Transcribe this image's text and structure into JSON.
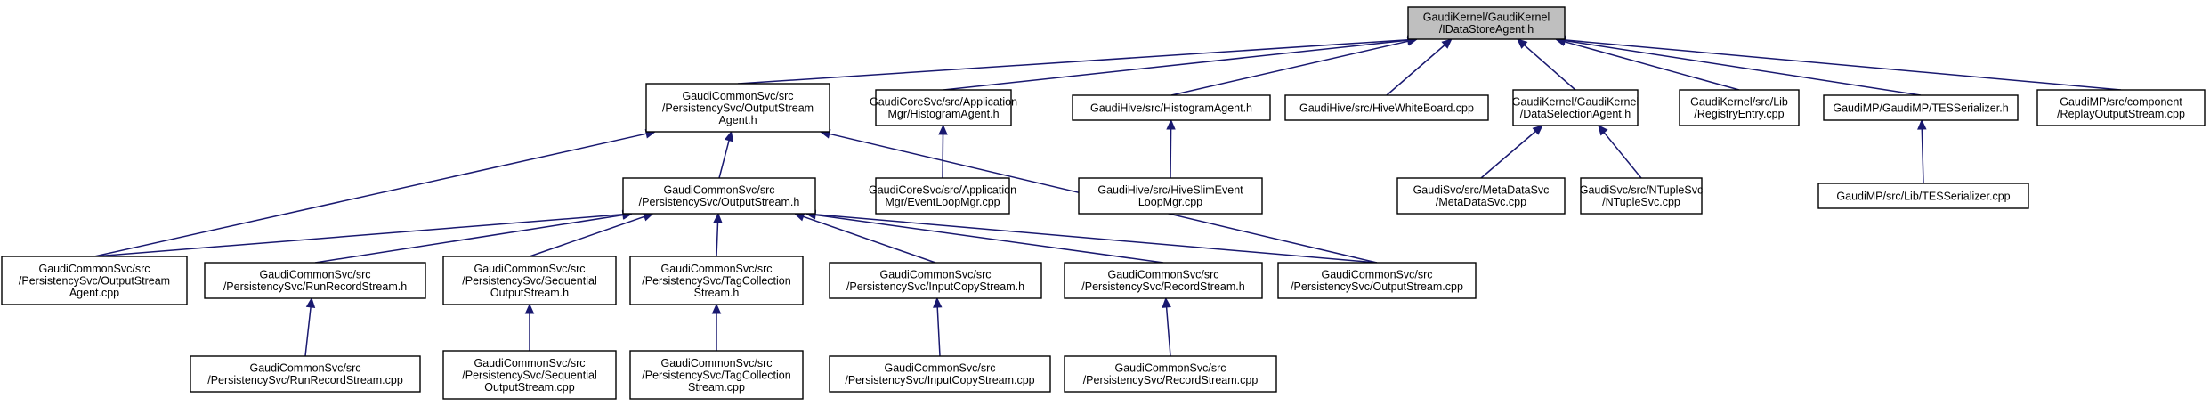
{
  "title": "",
  "colors": {
    "edge": "#191970",
    "node_fill": "#ffffff",
    "root_fill": "#bfbfbf",
    "border": "#000000"
  },
  "nodes": [
    {
      "id": "root",
      "lines": [
        "GaudiKernel/GaudiKernel",
        "/IDataStoreAgent.h"
      ]
    },
    {
      "id": "osa_h",
      "lines": [
        "GaudiCommonSvc/src",
        "/PersistencySvc/OutputStream",
        "Agent.h"
      ]
    },
    {
      "id": "hist_app",
      "lines": [
        "GaudiCoreSvc/src/Application",
        "Mgr/HistogramAgent.h"
      ]
    },
    {
      "id": "hist_hive",
      "lines": [
        "GaudiHive/src/HistogramAgent.h"
      ]
    },
    {
      "id": "whiteboard",
      "lines": [
        "GaudiHive/src/HiveWhiteBoard.cpp"
      ]
    },
    {
      "id": "dsa",
      "lines": [
        "GaudiKernel/GaudiKernel",
        "/DataSelectionAgent.h"
      ]
    },
    {
      "id": "registry",
      "lines": [
        "GaudiKernel/src/Lib",
        "/RegistryEntry.cpp"
      ]
    },
    {
      "id": "tes_h",
      "lines": [
        "GaudiMP/GaudiMP/TESSerializer.h"
      ]
    },
    {
      "id": "replay",
      "lines": [
        "GaudiMP/src/component",
        "/ReplayOutputStream.cpp"
      ]
    },
    {
      "id": "os_h",
      "lines": [
        "GaudiCommonSvc/src",
        "/PersistencySvc/OutputStream.h"
      ]
    },
    {
      "id": "elm",
      "lines": [
        "GaudiCoreSvc/src/Application",
        "Mgr/EventLoopMgr.cpp"
      ]
    },
    {
      "id": "slim",
      "lines": [
        "GaudiHive/src/HiveSlimEvent",
        "LoopMgr.cpp"
      ]
    },
    {
      "id": "mds",
      "lines": [
        "GaudiSvc/src/MetaDataSvc",
        "/MetaDataSvc.cpp"
      ]
    },
    {
      "id": "nts",
      "lines": [
        "GaudiSvc/src/NTupleSvc",
        "/NTupleSvc.cpp"
      ]
    },
    {
      "id": "tes_cpp",
      "lines": [
        "GaudiMP/src/Lib/TESSerializer.cpp"
      ]
    },
    {
      "id": "osa_cpp",
      "lines": [
        "GaudiCommonSvc/src",
        "/PersistencySvc/OutputStream",
        "Agent.cpp"
      ]
    },
    {
      "id": "rrs_h",
      "lines": [
        "GaudiCommonSvc/src",
        "/PersistencySvc/RunRecordStream.h"
      ]
    },
    {
      "id": "seq_h",
      "lines": [
        "GaudiCommonSvc/src",
        "/PersistencySvc/Sequential",
        "OutputStream.h"
      ]
    },
    {
      "id": "tag_h",
      "lines": [
        "GaudiCommonSvc/src",
        "/PersistencySvc/TagCollection",
        "Stream.h"
      ]
    },
    {
      "id": "ics_h",
      "lines": [
        "GaudiCommonSvc/src",
        "/PersistencySvc/InputCopyStream.h"
      ]
    },
    {
      "id": "rs_h",
      "lines": [
        "GaudiCommonSvc/src",
        "/PersistencySvc/RecordStream.h"
      ]
    },
    {
      "id": "os_cpp",
      "lines": [
        "GaudiCommonSvc/src",
        "/PersistencySvc/OutputStream.cpp"
      ]
    },
    {
      "id": "rrs_cpp",
      "lines": [
        "GaudiCommonSvc/src",
        "/PersistencySvc/RunRecordStream.cpp"
      ]
    },
    {
      "id": "seq_cpp",
      "lines": [
        "GaudiCommonSvc/src",
        "/PersistencySvc/Sequential",
        "OutputStream.cpp"
      ]
    },
    {
      "id": "tag_cpp",
      "lines": [
        "GaudiCommonSvc/src",
        "/PersistencySvc/TagCollection",
        "Stream.cpp"
      ]
    },
    {
      "id": "ics_cpp",
      "lines": [
        "GaudiCommonSvc/src",
        "/PersistencySvc/InputCopyStream.cpp"
      ]
    },
    {
      "id": "rs_cpp",
      "lines": [
        "GaudiCommonSvc/src",
        "/PersistencySvc/RecordStream.cpp"
      ]
    }
  ],
  "edges": [
    {
      "from": "osa_h",
      "to": "root"
    },
    {
      "from": "hist_app",
      "to": "root"
    },
    {
      "from": "hist_hive",
      "to": "root"
    },
    {
      "from": "whiteboard",
      "to": "root"
    },
    {
      "from": "dsa",
      "to": "root"
    },
    {
      "from": "registry",
      "to": "root"
    },
    {
      "from": "tes_h",
      "to": "root"
    },
    {
      "from": "replay",
      "to": "root"
    },
    {
      "from": "os_h",
      "to": "osa_h"
    },
    {
      "from": "osa_cpp",
      "to": "osa_h"
    },
    {
      "from": "os_cpp",
      "to": "osa_h"
    },
    {
      "from": "elm",
      "to": "hist_app"
    },
    {
      "from": "slim",
      "to": "hist_hive"
    },
    {
      "from": "mds",
      "to": "dsa"
    },
    {
      "from": "nts",
      "to": "dsa"
    },
    {
      "from": "tes_cpp",
      "to": "tes_h"
    },
    {
      "from": "osa_cpp",
      "to": "os_h"
    },
    {
      "from": "rrs_h",
      "to": "os_h"
    },
    {
      "from": "seq_h",
      "to": "os_h"
    },
    {
      "from": "tag_h",
      "to": "os_h"
    },
    {
      "from": "ics_h",
      "to": "os_h"
    },
    {
      "from": "rs_h",
      "to": "os_h"
    },
    {
      "from": "os_cpp",
      "to": "os_h"
    },
    {
      "from": "rrs_cpp",
      "to": "rrs_h"
    },
    {
      "from": "seq_cpp",
      "to": "seq_h"
    },
    {
      "from": "tag_cpp",
      "to": "tag_h"
    },
    {
      "from": "ics_cpp",
      "to": "ics_h"
    },
    {
      "from": "rs_cpp",
      "to": "rs_h"
    }
  ]
}
